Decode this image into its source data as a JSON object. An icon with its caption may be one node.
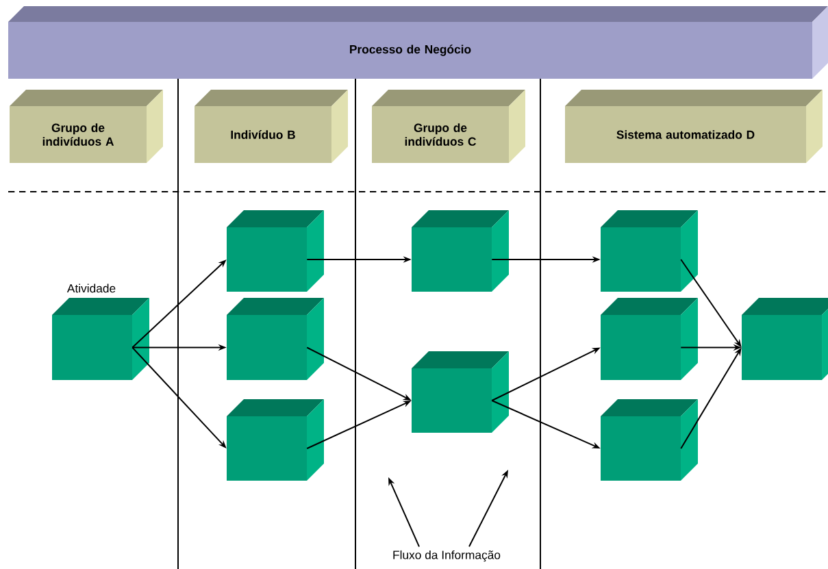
{
  "diagram": {
    "nodes": [
      {
        "text": [
          "Processo de Negócio"
        ]
      },
      {
        "text": [
          "Grupo de indivíduos A"
        ]
      },
      {
        "text": [
          "Indivíduo B"
        ]
      },
      {
        "text": [
          "Grupo de indivíduos C"
        ]
      },
      {
        "text": [
          "Sistema automatizado D"
        ]
      },
      {
        "text": [],
        "shape": "box",
        "beside": [
          "Atividade"
        ]
      },
      {
        "text": [],
        "shape": "box"
      },
      {
        "text": [],
        "shape": "box"
      },
      {
        "text": [],
        "shape": "box"
      },
      {
        "text": [],
        "shape": "box"
      },
      {
        "text": [],
        "shape": "box"
      },
      {
        "text": [],
        "shape": "box"
      },
      {
        "text": [],
        "shape": "box"
      },
      {
        "text": [],
        "shape": "box"
      },
      {
        "text": [],
        "shape": "box"
      },
      {
        "text": [
          "Fluxo da Informação"
        ]
      }
    ],
    "edges": [
      {
        "from": 5,
        "to": 6,
        "arrow": "to"
      },
      {
        "from": 5,
        "to": 7,
        "arrow": "to"
      },
      {
        "from": 5,
        "to": 8,
        "arrow": "to"
      },
      {
        "from": 6,
        "to": 9,
        "arrow": "to"
      },
      {
        "from": 7,
        "to": 10,
        "arrow": "to"
      },
      {
        "from": 8,
        "to": 10,
        "arrow": "to"
      },
      {
        "from": 9,
        "to": 11,
        "arrow": "to"
      },
      {
        "from": 10,
        "to": 12,
        "arrow": "to"
      },
      {
        "from": 10,
        "to": 13,
        "arrow": "to"
      },
      {
        "from": 11,
        "to": 14,
        "arrow": "to"
      },
      {
        "from": 12,
        "to": 14,
        "arrow": "to"
      },
      {
        "from": 13,
        "to": 14,
        "arrow": "to"
      },
      {
        "from": 15,
        "to": null,
        "arrow": "to"
      },
      {
        "from": 15,
        "to": null,
        "arrow": "to"
      }
    ]
  }
}
